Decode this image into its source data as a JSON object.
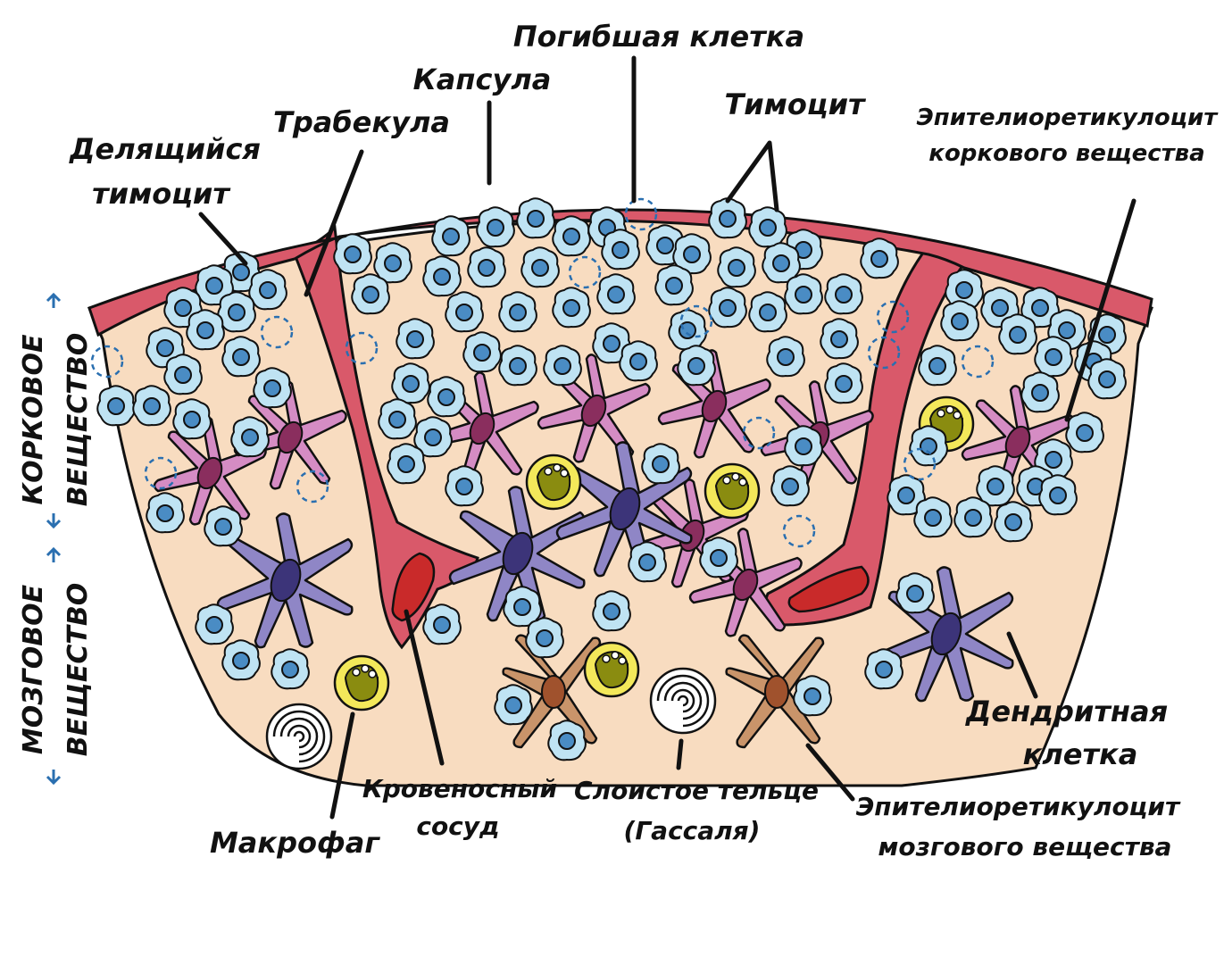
{
  "labels": {
    "dead_cell": "Погибшая клетка",
    "capsule": "Капсула",
    "thymocyte": "Тимоцит",
    "trabecula": "Трабекула",
    "dividing_thymocyte_1": "Делящийся",
    "dividing_thymocyte_2": "тимоцит",
    "cortical_epithelial_1": "Эпителиоретикулоцит",
    "cortical_epithelial_2": "коркового вещества",
    "dendritic_cell_1": "Дендритная",
    "dendritic_cell_2": "клетка",
    "blood_vessel_1": "Кровеносный",
    "blood_vessel_2": "сосуд",
    "hassall_1": "Слоистое тельце",
    "hassall_2": "(Гассаля)",
    "medullary_epithelial_1": "Эпителиоретикулоцит",
    "medullary_epithelial_2": "мозгового вещества",
    "macrophage": "Макрофаг"
  },
  "zones": {
    "cortex_1": "КОРКОВОЕ",
    "cortex_2": "ВЕЩЕСТВО",
    "medulla_1": "МОЗГОВОЕ",
    "medulla_2": "ВЕЩЕСТВО"
  },
  "colors": {
    "tissue": "#f8dcc0",
    "capsule": "#d9596a",
    "thymocyte_fill": "#bfe3f3",
    "thymocyte_nucleus": "#4a8cc4",
    "epithelial_cortex": "#d58cc4",
    "epithelial_nucleus": "#8a2e5e",
    "dendritic": "#8f86c6",
    "dendritic_nucleus": "#3c3479",
    "medullary_epithelial": "#c9946a",
    "macrophage": "#f3e85a",
    "zone_arrow": "#2a6fb0"
  }
}
